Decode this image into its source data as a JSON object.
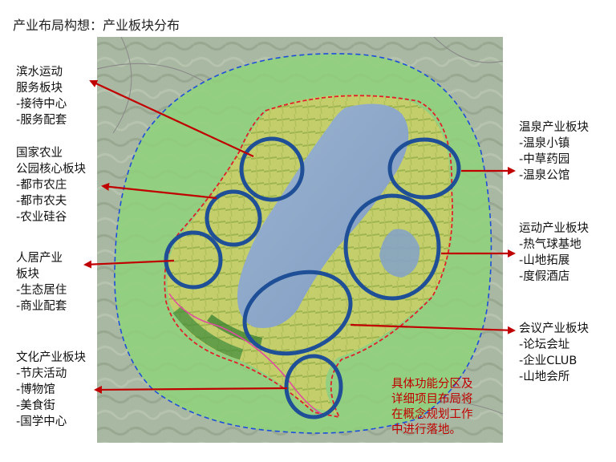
{
  "page": {
    "title": "产业布局构想：产业板块分布"
  },
  "colors": {
    "outer_boundary": "#1e4fd8",
    "inner_boundary": "#e0202a",
    "zone_circle": "#1f4f96",
    "arrow": "#c00000",
    "lake": "#8aa6c8",
    "green_zone": "#8fd27a",
    "terrain": "#a8b6a0"
  },
  "labels": {
    "binshui": [
      "滨水运动",
      "服务板块",
      "-接待中心",
      "-服务配套"
    ],
    "nongye": [
      "国家农业",
      "公园核心板块",
      "-都市农庄",
      "-都市农夫",
      "-农业硅谷"
    ],
    "renju": [
      "人居产业",
      "板块",
      "-生态居住",
      "-商业配套"
    ],
    "wenhua": [
      "文化产业板块",
      "-节庆活动",
      "-博物馆",
      "-美食街",
      "-国学中心"
    ],
    "wenquan": [
      "温泉产业板块",
      "-温泉小镇",
      "-中草药园",
      "-温泉公馆"
    ],
    "yundong": [
      "运动产业板块",
      "-热气球基地",
      "-山地拓展",
      "-度假酒店"
    ],
    "huiyi": [
      "会议产业板块",
      "-论坛会址",
      "-企业CLUB",
      "-山地会所"
    ]
  },
  "note": [
    "具体功能分区及",
    "详细项目布局将",
    "在概念规划工作",
    "中进行落地。"
  ]
}
